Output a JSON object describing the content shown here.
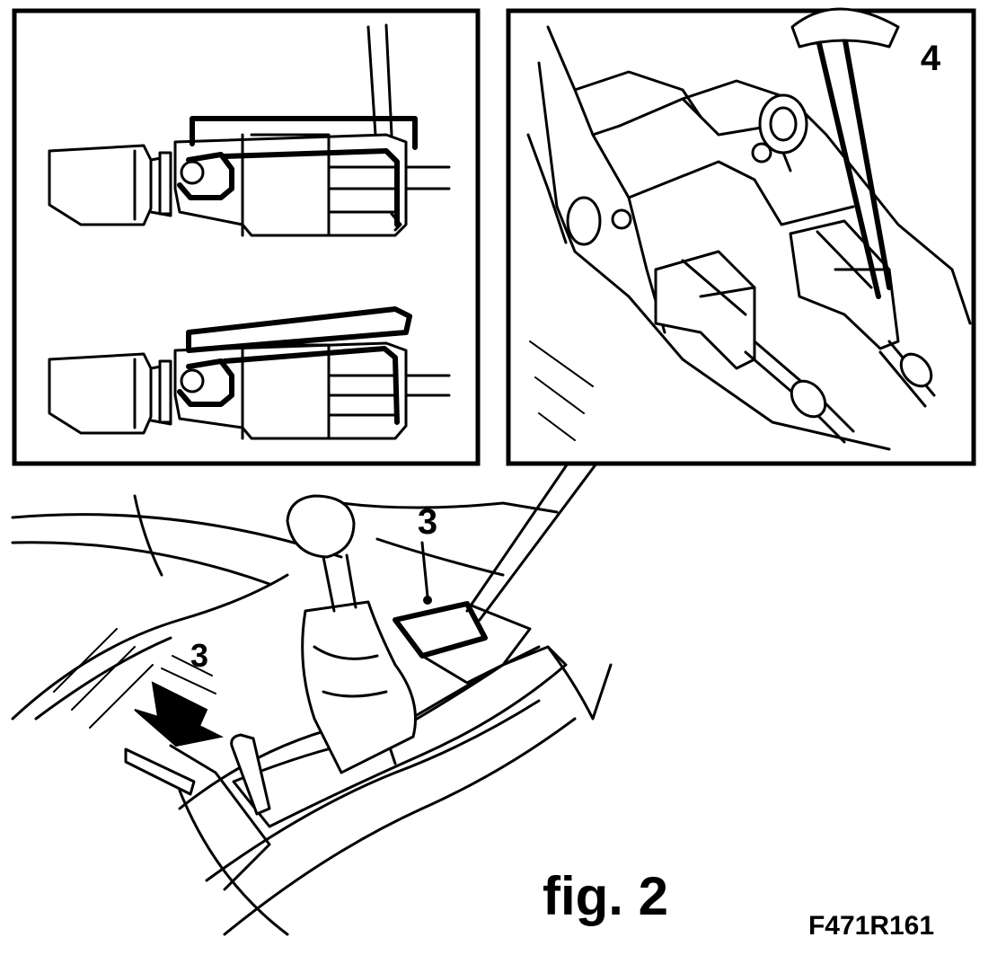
{
  "figure_label": "fig. 2",
  "reference_code": "F471R161",
  "callouts": {
    "detail_number": "4",
    "console_number": "3",
    "arrow_number": "3"
  }
}
